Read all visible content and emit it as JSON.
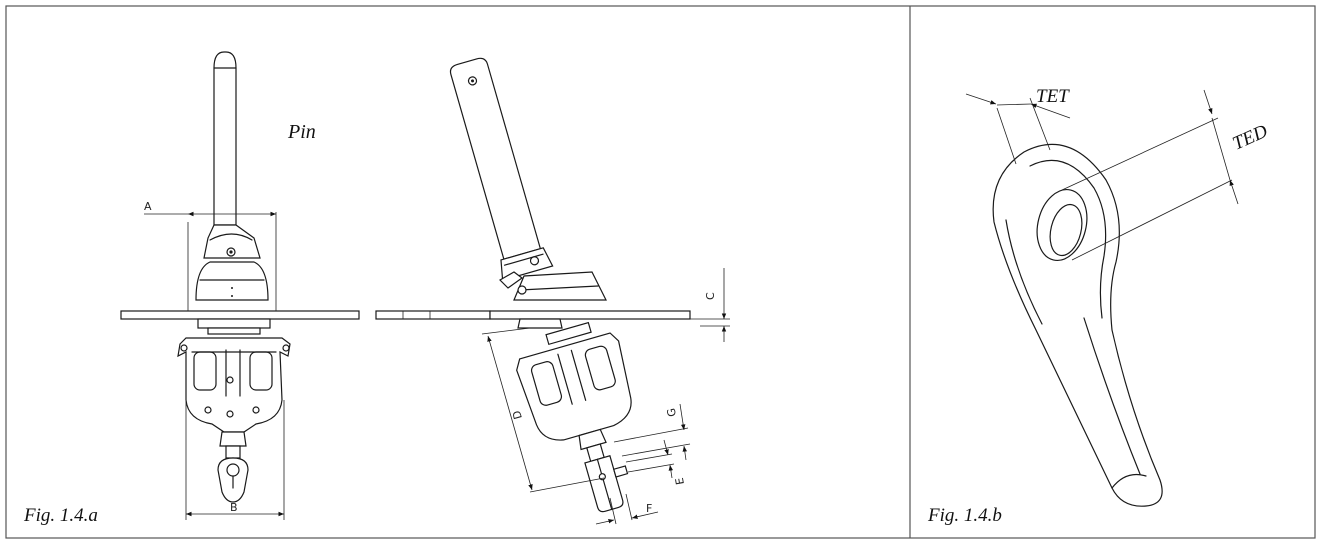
{
  "figure_a": {
    "caption": "Fig. 1.4.a",
    "pin_label": "Pin",
    "dimensions": {
      "a": "A",
      "b": "B",
      "c": "C",
      "d": "D",
      "e": "E",
      "f": "F",
      "g": "G"
    }
  },
  "figure_b": {
    "caption": "Fig. 1.4.b",
    "tet_label": "TET",
    "ted_label": "TED"
  },
  "colors": {
    "line": "#1a1a1a",
    "border": "#555555",
    "background": "#ffffff"
  }
}
